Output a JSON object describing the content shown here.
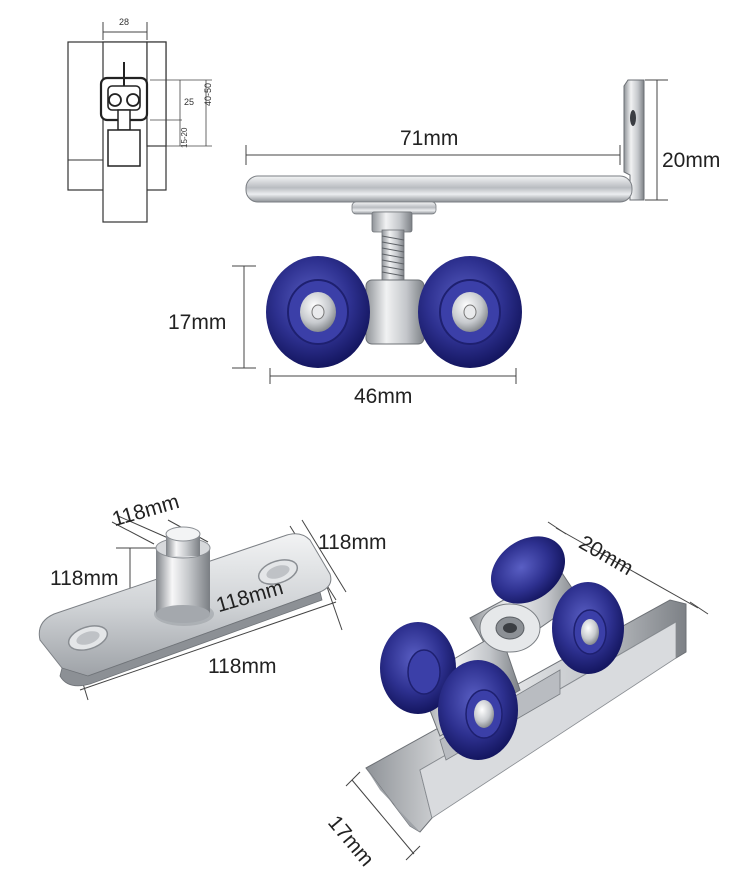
{
  "schematic": {
    "width_label": "28",
    "height_label": "25",
    "range_label": "40-50",
    "gap_label": "15-20"
  },
  "top_product": {
    "rail_length": "71mm",
    "bracket_height": "20mm",
    "wheel_height": "17mm",
    "wheel_span": "46mm"
  },
  "pivot_product": {
    "pin_diameter": "118mm",
    "pin_height": "118mm",
    "plate_width": "118mm",
    "pin_offset": "118mm",
    "plate_length": "118mm"
  },
  "roller_product": {
    "flange_height": "20mm",
    "channel_width": "17mm"
  },
  "colors": {
    "wheel_blue": "#2e3190",
    "steel": "#c9ccd0",
    "dim_line": "#444444"
  }
}
